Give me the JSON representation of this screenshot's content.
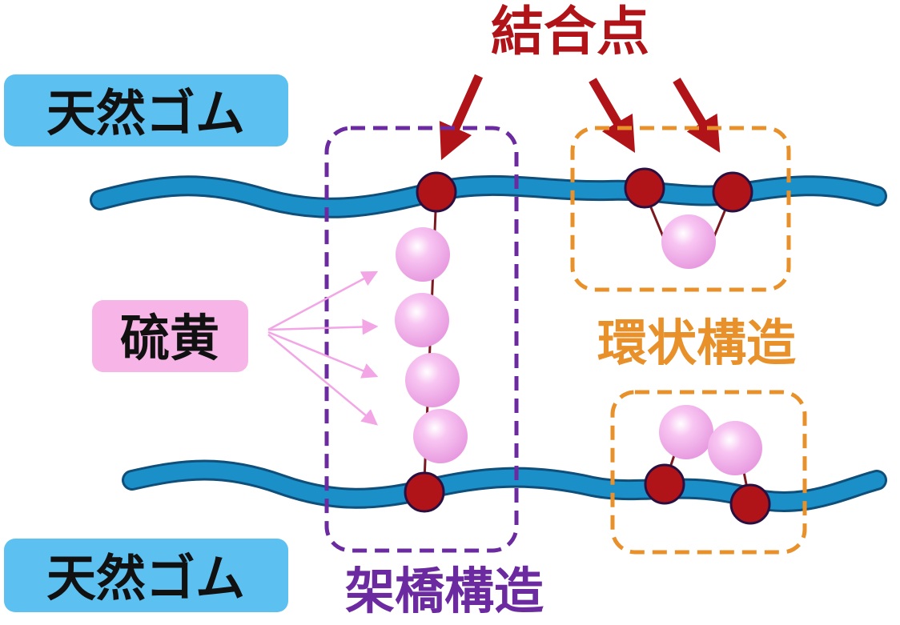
{
  "labels": {
    "rubber_top": "天然ゴム",
    "rubber_bottom": "天然ゴム",
    "bond_points": "結合点",
    "sulfur": "硫黄",
    "ring_structure": "環状構造",
    "crosslink_structure": "架橋構造"
  },
  "colors": {
    "rubber_chain": "#1a8fc8",
    "rubber_label_bg": "#5cc0f0",
    "bond_point": "#b01418",
    "bond_text": "#b01418",
    "sulfur_sphere": "#f4b3ee",
    "sulfur_label_bg": "#f6b5e6",
    "crosslink": "#6b2aa0",
    "ring": "#e8902a"
  }
}
